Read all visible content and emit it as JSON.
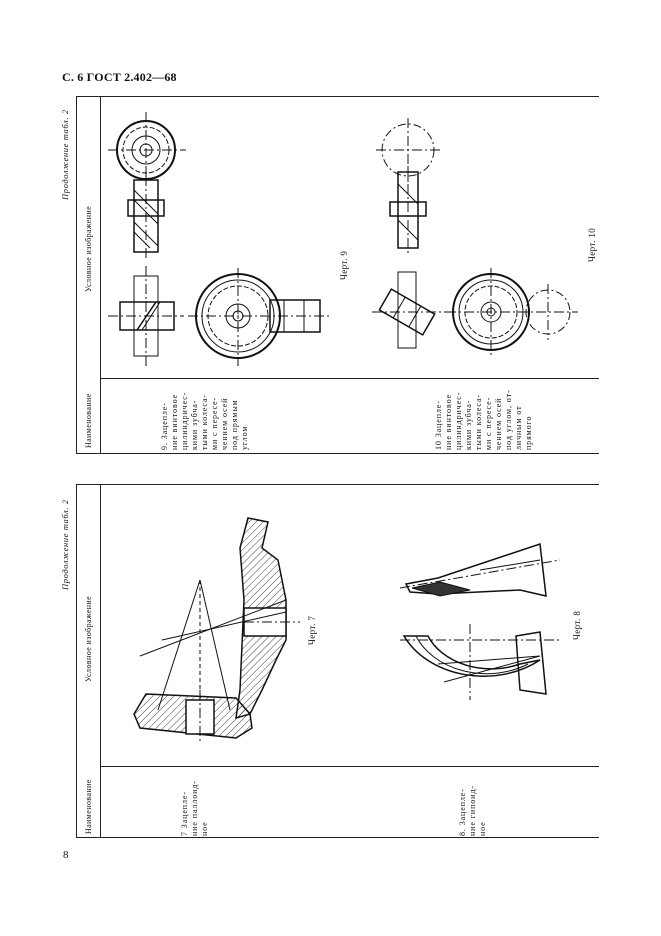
{
  "header": {
    "title": "С. 6 ГОСТ 2.402—68"
  },
  "page_number": "8",
  "top_table": {
    "continuation_note": "Продолжение табл. 2",
    "col_name": "Наименование",
    "col_image": "Условное изображение",
    "rows": [
      {
        "name_lines": [
          "9. Зацепле-",
          "ние винтовое",
          "цилиндричес-",
          "кими зубча-",
          "тыми колеса-",
          "ми с пересе-",
          "чением осей",
          "под прямым",
          "углом"
        ],
        "caption": "Черт. 9"
      },
      {
        "name_lines": [
          "10 Зацепле-",
          "ние винтовое",
          "цилиндричес-",
          "кими зубча-",
          "тыми колеса-",
          "ми с пересе-",
          "чением осей",
          "под углом, от-",
          "личным от",
          "прямого"
        ],
        "caption": "Черт. 10"
      }
    ]
  },
  "bottom_table": {
    "continuation_note": "Продолжение табл. 2",
    "col_name": "Наименование",
    "col_image": "Условное изображение",
    "rows": [
      {
        "name_lines": [
          "7 Зацепле-",
          "ние паллоид-",
          "ное"
        ],
        "caption": "Черт. 7"
      },
      {
        "name_lines": [
          "8. Зацепле-",
          "ние гипоид-",
          "ное"
        ],
        "caption": "Черт. 8"
      }
    ]
  }
}
